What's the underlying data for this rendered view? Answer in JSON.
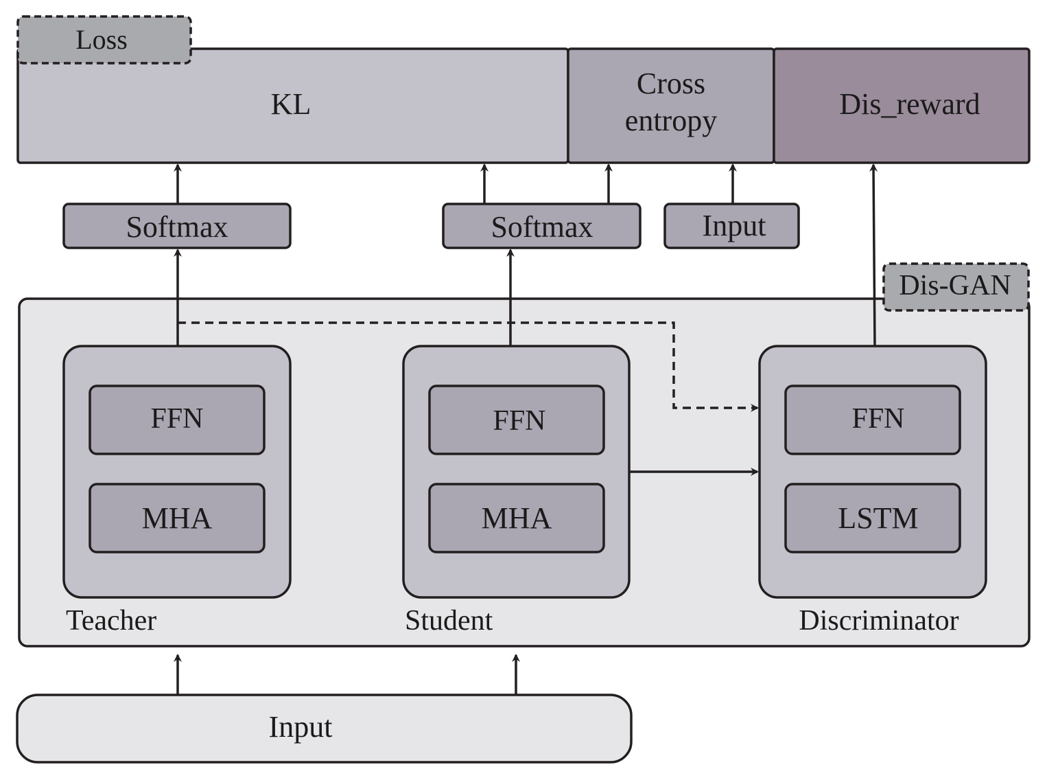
{
  "loss": {
    "tag": "Loss",
    "kl": "KL",
    "cross_entropy_line1": "Cross",
    "cross_entropy_line2": "entropy",
    "dis_reward": "Dis_reward"
  },
  "middle": {
    "softmax_teacher": "Softmax",
    "softmax_student": "Softmax",
    "input_label": "Input"
  },
  "gan": {
    "tag": "Dis-GAN",
    "teacher": {
      "label": "Teacher",
      "top": "FFN",
      "bottom": "MHA"
    },
    "student": {
      "label": "Student",
      "top": "FFN",
      "bottom": "MHA"
    },
    "discriminator": {
      "label": "Discriminator",
      "top": "FFN",
      "bottom": "LSTM"
    }
  },
  "bottom_input": "Input",
  "colors": {
    "kl_fill": "#c3c1ca",
    "cross_entropy_fill": "#aaa6b2",
    "dis_reward_fill": "#9a8c9b",
    "tag_fill": "#a9aaae",
    "module_fill": "#c3c1ca",
    "layer_fill": "#aaa6b2",
    "panel_fill": "#e6e6e8",
    "input_fill": "#e6e6e8",
    "stroke": "#231f20"
  }
}
